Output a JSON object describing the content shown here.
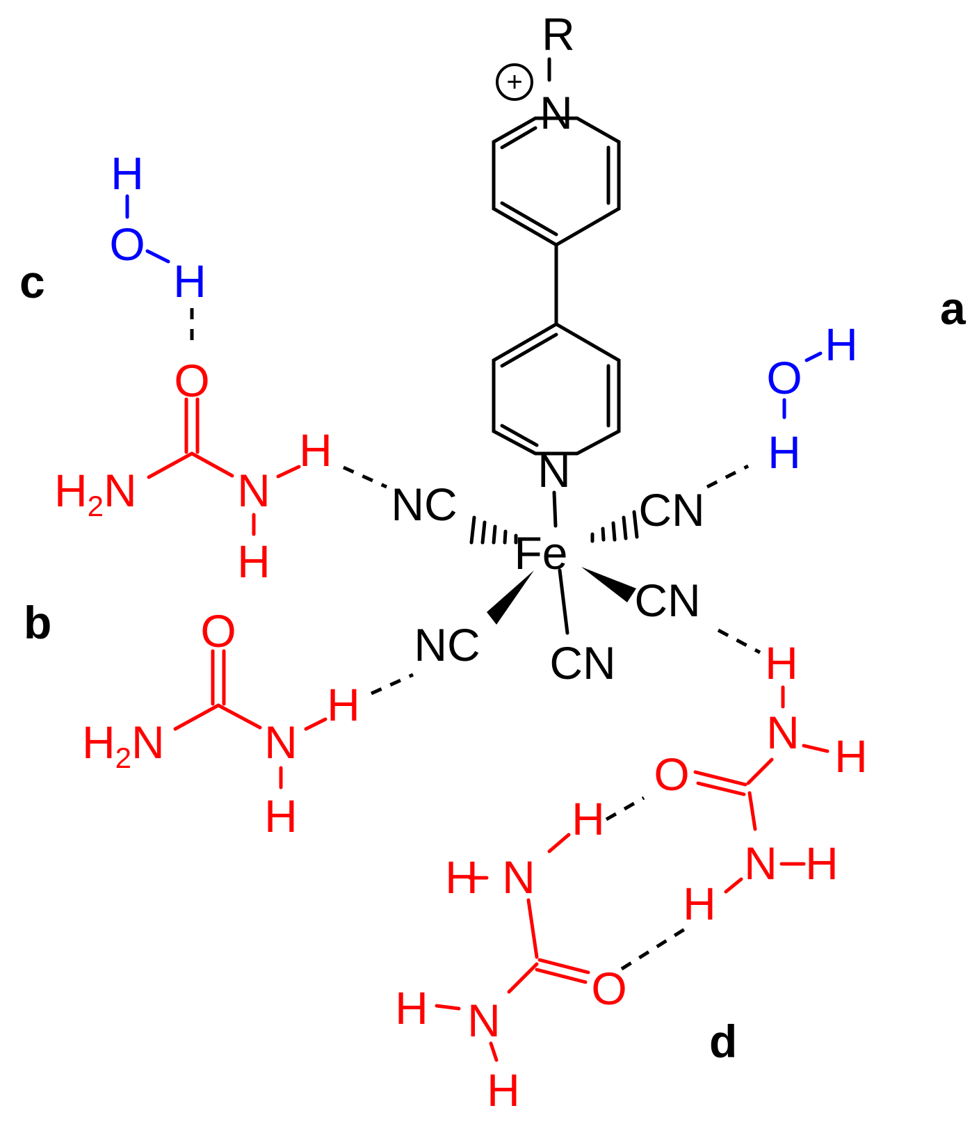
{
  "colors": {
    "complex": "#000000",
    "urea": "#ff0000",
    "water": "#0000ff"
  },
  "panel_labels": {
    "a": "a",
    "b": "b",
    "c": "c",
    "d": "d"
  },
  "complex": {
    "metal": "Fe",
    "substituent": "R",
    "charge": "+",
    "pyridinium_n": "N",
    "pyridine_n": "N",
    "cyanides": [
      "NC",
      "CN",
      "CN",
      "NC",
      "CN"
    ]
  },
  "urea": {
    "amine": "H",
    "amine_sub": "2",
    "amine_n": "N",
    "n": "N",
    "h": "H",
    "o": "O"
  },
  "water": {
    "o": "O",
    "h": "H"
  }
}
